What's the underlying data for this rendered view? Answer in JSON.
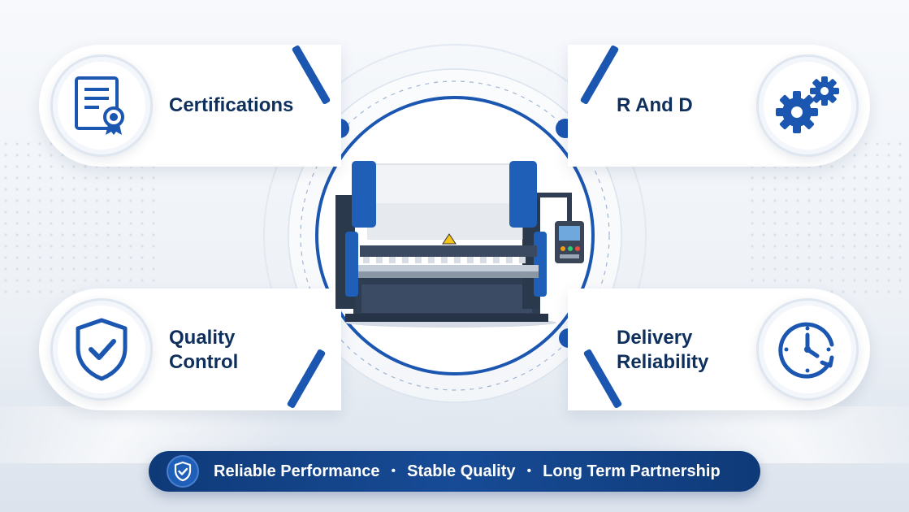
{
  "colors": {
    "primary": "#1b56b1",
    "dark_navy": "#0f2f5c",
    "pill_bg": "#0f3a78",
    "card_bg": "#ffffff"
  },
  "cards": [
    {
      "id": "certifications",
      "lines": [
        "Certifications"
      ],
      "icon": "certificate-icon"
    },
    {
      "id": "r-and-d",
      "lines": [
        "R And D"
      ],
      "icon": "gears-icon"
    },
    {
      "id": "quality-control",
      "lines": [
        "Quality",
        "Control"
      ],
      "icon": "shield-check-icon"
    },
    {
      "id": "delivery-reliability",
      "lines": [
        "Delivery",
        "Reliability"
      ],
      "icon": "clock-icon"
    }
  ],
  "center": {
    "image": "press-brake-machine"
  },
  "footer": {
    "icon": "shield-check-icon",
    "items": [
      "Reliable Performance",
      "Stable Quality",
      "Long Term Partnership"
    ],
    "separator": "•"
  }
}
